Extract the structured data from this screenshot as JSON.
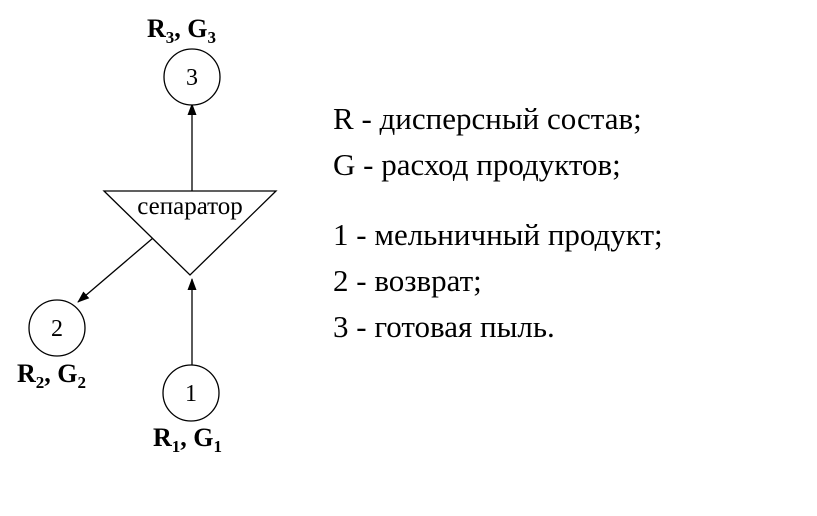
{
  "separator": {
    "label": "сепаратор"
  },
  "nodes": [
    {
      "id": "1",
      "label": "1",
      "flow": {
        "r": "R",
        "r_sub": "1",
        "sep": ", ",
        "g": "G",
        "g_sub": "1"
      }
    },
    {
      "id": "2",
      "label": "2",
      "flow": {
        "r": "R",
        "r_sub": "2",
        "sep": ", ",
        "g": "G",
        "g_sub": "2"
      }
    },
    {
      "id": "3",
      "label": "3",
      "flow": {
        "r": "R",
        "r_sub": "3",
        "sep": ", ",
        "g": "G",
        "g_sub": "3"
      }
    }
  ],
  "legend": [
    {
      "symbol": "R",
      "text": " - дисперсный состав;"
    },
    {
      "symbol": "G",
      "text": " - расход продуктов;"
    },
    {
      "symbol": "1",
      "text": " - мельничный продукт;"
    },
    {
      "symbol": "2",
      "text": " - возврат;"
    },
    {
      "symbol": "3",
      "text": " - готовая пыль."
    }
  ],
  "colors": {
    "background": "#ffffff",
    "ink": "#000000"
  }
}
